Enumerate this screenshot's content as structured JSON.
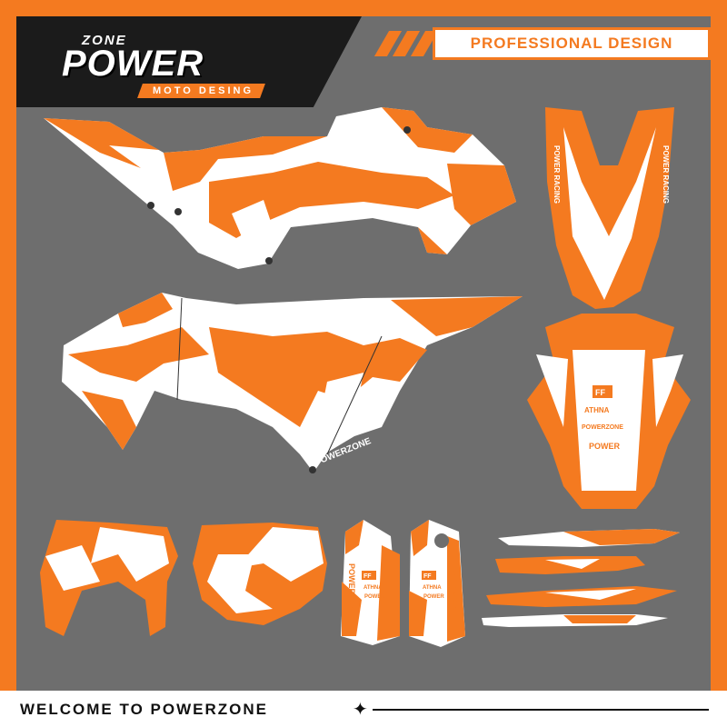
{
  "header": {
    "logo_top": "ZONE",
    "logo_main": "POWER",
    "logo_sub": "MOTO DESING",
    "tagline": "PROFESSIONAL DESIGN"
  },
  "footer": {
    "text": "WELCOME TO POWERZONE"
  },
  "decals": {
    "brand": "POWERZONE",
    "racing": "POWER RACING",
    "sponsor_ff": "FF",
    "sponsor_athna": "ATHNA",
    "sponsor_power": "POWER"
  },
  "colors": {
    "accent": "#f47a20",
    "background": "#6e6e6e",
    "dark": "#1b1b1b",
    "white": "#ffffff"
  }
}
